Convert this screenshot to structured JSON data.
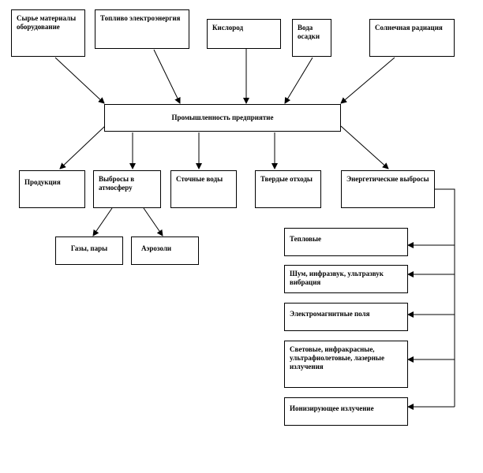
{
  "inputs": {
    "raw_materials": "Сырье материалы оборудование",
    "fuel_energy": "Топливо электроэнергия",
    "oxygen": "Кислород",
    "water": "Вода осадки",
    "solar": "Солнечная радиация"
  },
  "enterprise": "Промышленность предприятие",
  "outputs": {
    "products": "Продукция",
    "emissions": "Выбросы в атмосферу",
    "wastewater": "Сточные воды",
    "solid_waste": "Твердые отходы",
    "energy_emissions": "Энергетические выбросы"
  },
  "emission_types": {
    "gases": "Газы, пары",
    "aerosols": "Аэрозоли"
  },
  "energy_types": {
    "thermal": "Тепловые",
    "noise": "Шум, инфразвук, ультразвук вибрация",
    "em_fields": "Электромагнитные поля",
    "radiation": "Световые, инфракрасные, ультрафиолетовые, лазерные излучения",
    "ionizing": "Ионизирующее излучение"
  }
}
